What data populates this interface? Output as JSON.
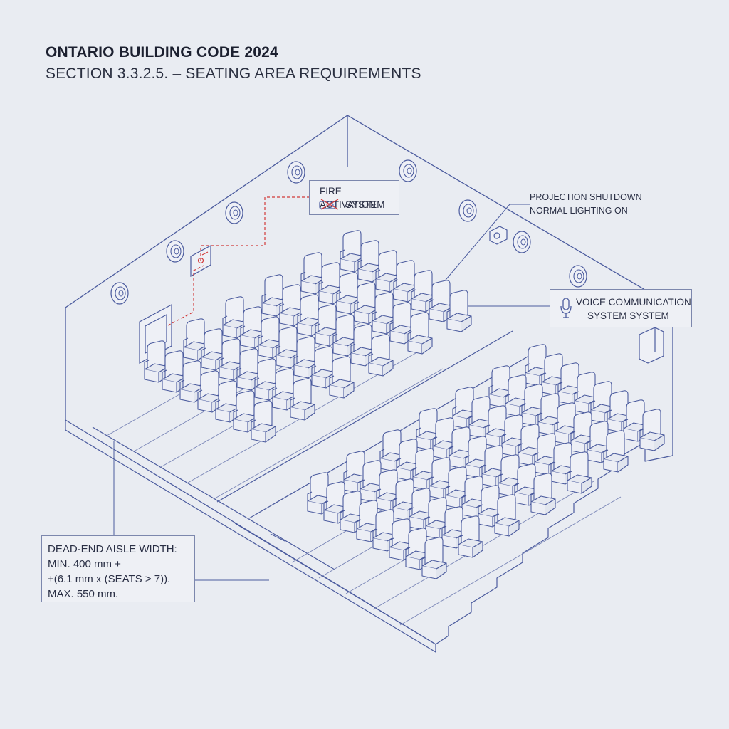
{
  "header": {
    "title": "ONTARIO BUILDING CODE 2024",
    "subtitle": "SECTION 3.3.2.5. – SEATING AREA REQUIREMENTS"
  },
  "callouts": {
    "fire_activation": {
      "line1": "FIRE ACTIVATION",
      "line2": "SYSTEM",
      "icon": "projector-crossed-icon"
    },
    "projection": {
      "line1": "PROJECTION SHUTDOWN",
      "line2": "NORMAL LIGHTING ON"
    },
    "voice": {
      "line1": "VOICE COMMUNICATION",
      "line2": "SYSTEM SYSTEM",
      "icon": "microphone-icon"
    },
    "dead_end_aisle": {
      "line1": "DEAD-END AISLE WIDTH:",
      "line2": "MIN. 400 mm +",
      "line3": "+(6.1 mm x (SEATS > 7)).",
      "line4": "MAX. 550 mm."
    }
  },
  "colors": {
    "linework": "#4b5b9e",
    "fire_circuit": "#d23a3a",
    "background": "#e9ecf2"
  },
  "seating": {
    "left_block_rows": 6,
    "left_block_seats_per_row": 7,
    "right_block_rows": 7,
    "right_block_seats_per_row": 8
  }
}
